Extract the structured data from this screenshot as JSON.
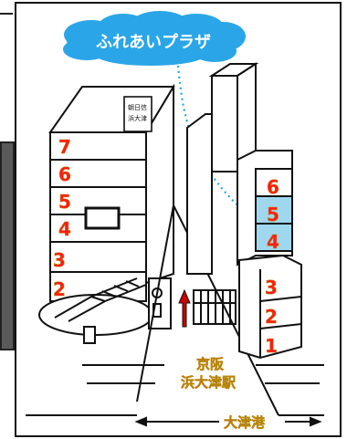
{
  "cloud_label": "ふれあいプラザ",
  "left_building_sign": [
    "朝日信",
    "浜大津"
  ],
  "left_building_floors": [
    "7",
    "6",
    "5",
    "4",
    "3",
    "2"
  ],
  "right_building_floors_upper": [
    "6",
    "5",
    "4"
  ],
  "right_building_floors_lower": [
    "3",
    "2",
    "1"
  ],
  "station_label": [
    "京阪",
    "浜大津駅"
  ],
  "direction_label": "大津港",
  "colors": {
    "floor_text": "#ff1a1a",
    "cloud": "#2aa6e8",
    "highlight_floor": "#9fd8ee",
    "arrow": "#cc0000",
    "dotted_path": "#29a3d8"
  },
  "icons": [
    "elevator-icon",
    "up-arrow-icon"
  ]
}
